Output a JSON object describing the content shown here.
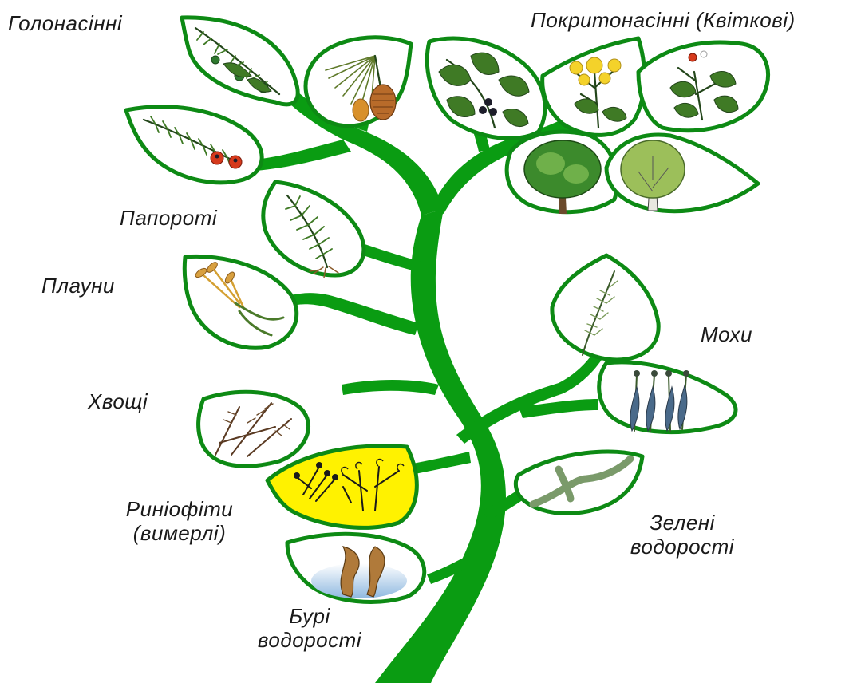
{
  "colors": {
    "trunk": "#0a9c12",
    "leaf_border": "#0d8a14",
    "leaf_fill": "#ffffff",
    "highlight_fill": "#fff200",
    "plant_green": "#3f7a25",
    "plant_dark": "#23461a",
    "background": "#ffffff"
  },
  "labels": {
    "gymnosperms": "Голонасінні",
    "angiosperms": "Покритонасінні (Квіткові)",
    "ferns": "Папороті",
    "lycophytes": "Плауни",
    "horsetails": "Хвощі",
    "rhyniophytes_1": "Риніофіти",
    "rhyniophytes_2": "(вимерлі)",
    "brown_algae_1": "Бурі",
    "brown_algae_2": "водорості",
    "mosses": "Мохи",
    "green_algae_1": "Зелені",
    "green_algae_2": "водорості"
  },
  "leaves": [
    {
      "group": "gymnosperms",
      "icon": "juniper-sprig-icon"
    },
    {
      "group": "gymnosperms",
      "icon": "pine-cone-icon"
    },
    {
      "group": "gymnosperms",
      "icon": "yew-berry-icon"
    },
    {
      "group": "angiosperms",
      "icon": "berry-vine-icon"
    },
    {
      "group": "angiosperms",
      "icon": "yellow-flower-icon"
    },
    {
      "group": "angiosperms",
      "icon": "strawberry-plant-icon"
    },
    {
      "group": "angiosperms",
      "icon": "oak-tree-icon"
    },
    {
      "group": "angiosperms",
      "icon": "birch-tree-icon"
    },
    {
      "group": "ferns",
      "icon": "fern-frond-icon"
    },
    {
      "group": "lycophytes",
      "icon": "club-moss-icon"
    },
    {
      "group": "horsetails",
      "icon": "horsetail-icon"
    },
    {
      "group": "rhyniophytes",
      "icon": "rhynia-icon",
      "highlighted": true
    },
    {
      "group": "brown_algae",
      "icon": "kelp-icon"
    },
    {
      "group": "mosses",
      "icon": "moss-shoot-icon"
    },
    {
      "group": "mosses",
      "icon": "moss-capsules-icon"
    },
    {
      "group": "green_algae",
      "icon": "green-algae-filament-icon"
    }
  ]
}
